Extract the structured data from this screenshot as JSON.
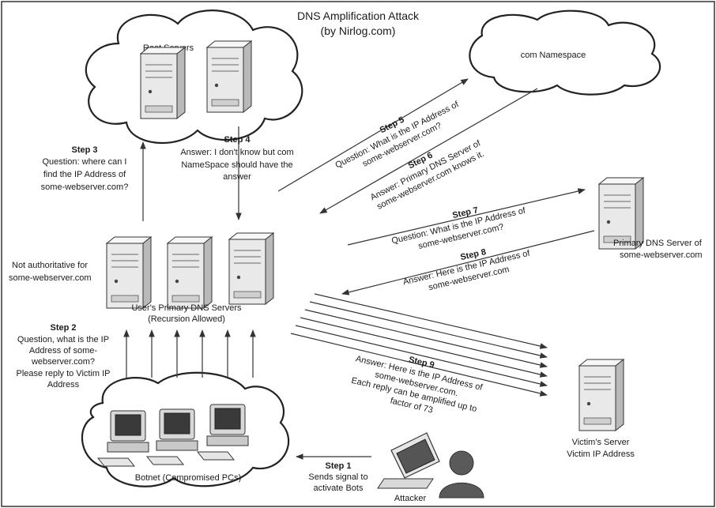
{
  "title": {
    "line1": "DNS Amplification Attack",
    "line2": "(by Nirlog.com)"
  },
  "clouds": {
    "root": "Root Servers",
    "com": "com Namespace",
    "botnet": "Botnet (Compromised PCs)"
  },
  "users_dns": {
    "line1": "User's Primary DNS Servers",
    "line2": "(Recursion Allowed)"
  },
  "not_authoritative": {
    "line1": "Not authoritative for",
    "line2": "some-webserver.com"
  },
  "primary_dns": {
    "line1": "Primary DNS Server of",
    "line2": "some-webserver.com"
  },
  "victim": {
    "line1": "Victim's Server",
    "line2": "Victim IP Address"
  },
  "attacker": "Attacker",
  "steps": {
    "s1": {
      "label": "Step 1",
      "lines": [
        "Sends signal to",
        "activate Bots"
      ]
    },
    "s2": {
      "label": "Step 2",
      "lines": [
        "Question, what is the IP",
        "Address of some-",
        "webserver.com?",
        "Please reply to Victim IP",
        "Address"
      ]
    },
    "s3": {
      "label": "Step 3",
      "lines": [
        "Question: where can I",
        "find the IP Address of",
        "some-webserver.com?"
      ]
    },
    "s4": {
      "label": "Step 4",
      "lines": [
        "Answer: I don't know but com",
        "NameSpace should have the",
        "answer"
      ]
    },
    "s5": {
      "label": "Step 5",
      "lines": [
        "Question: What is the IP Address of",
        "some-webserver.com?"
      ]
    },
    "s6": {
      "label": "Step 6",
      "lines": [
        "Answer: Primary DNS Server of",
        "some-webserver.com knows it."
      ]
    },
    "s7": {
      "label": "Step 7",
      "lines": [
        "Question: What is the IP Address of",
        "some-webserver.com?"
      ]
    },
    "s8": {
      "label": "Step 8",
      "lines": [
        "Answer: Here is the IP Address of",
        "some-webserver.com"
      ]
    },
    "s9": {
      "label": "Step 9",
      "lines": [
        "Answer: Here is the IP Address of",
        "some-webserver.com.",
        "Each reply can be amplified up to",
        "factor of 73"
      ]
    }
  }
}
